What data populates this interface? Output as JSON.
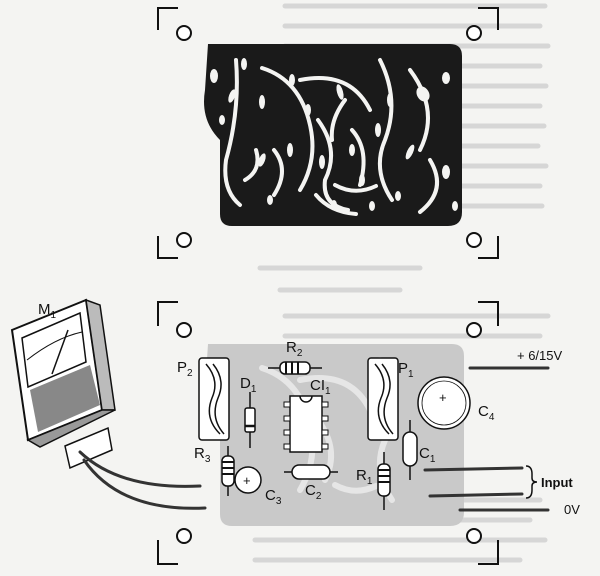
{
  "components": {
    "m1": {
      "main": "M",
      "sub": "1"
    },
    "p2": {
      "main": "P",
      "sub": "2"
    },
    "r2": {
      "main": "R",
      "sub": "2"
    },
    "p1": {
      "main": "P",
      "sub": "1"
    },
    "d1": {
      "main": "D",
      "sub": "1"
    },
    "ci1": {
      "main": "CI",
      "sub": "1"
    },
    "c4": {
      "main": "C",
      "sub": "4"
    },
    "c1": {
      "main": "C",
      "sub": "1"
    },
    "r3": {
      "main": "R",
      "sub": "3"
    },
    "c3": {
      "main": "C",
      "sub": "3"
    },
    "c2": {
      "main": "C",
      "sub": "2"
    },
    "r1": {
      "main": "R",
      "sub": "1"
    }
  },
  "terminals": {
    "supply": "+ 6/15V",
    "input": "Input",
    "ground": "0V"
  },
  "polarity": {
    "plus": "+"
  },
  "colors": {
    "copper": "#1a1a1a",
    "board_shade": "#c9c9c9",
    "background_text": "#cfcfcf",
    "ink": "#111111"
  }
}
